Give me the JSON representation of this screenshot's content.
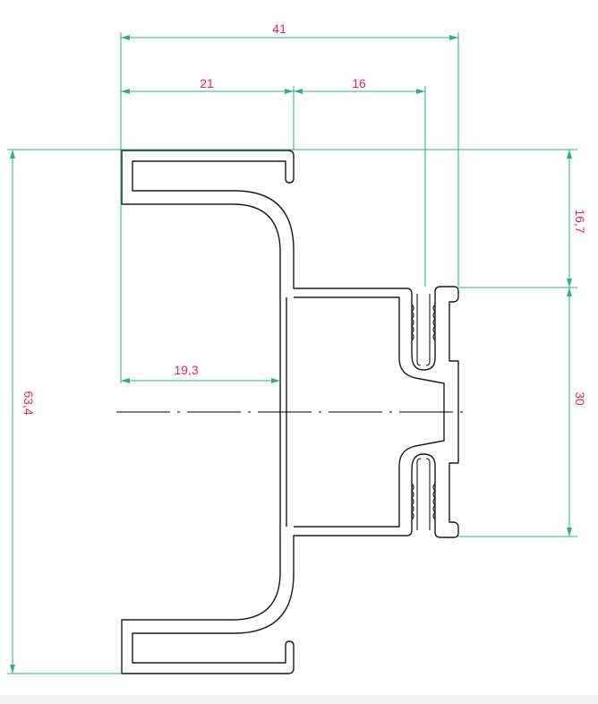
{
  "colors": {
    "background": "#ffffff",
    "profile": "#1a1a1a",
    "dimension_line": "#2ab08c",
    "dimension_text": "#e0245e",
    "center_line": "#000000",
    "bottom_strip": "#f2f2f2"
  },
  "dimensions": {
    "overall_width": "41",
    "top_left_width": "21",
    "top_right_width": "16",
    "overall_height": "63,4",
    "top_right_height": "16,7",
    "slot_height": "30",
    "inner_width": "19,3"
  }
}
